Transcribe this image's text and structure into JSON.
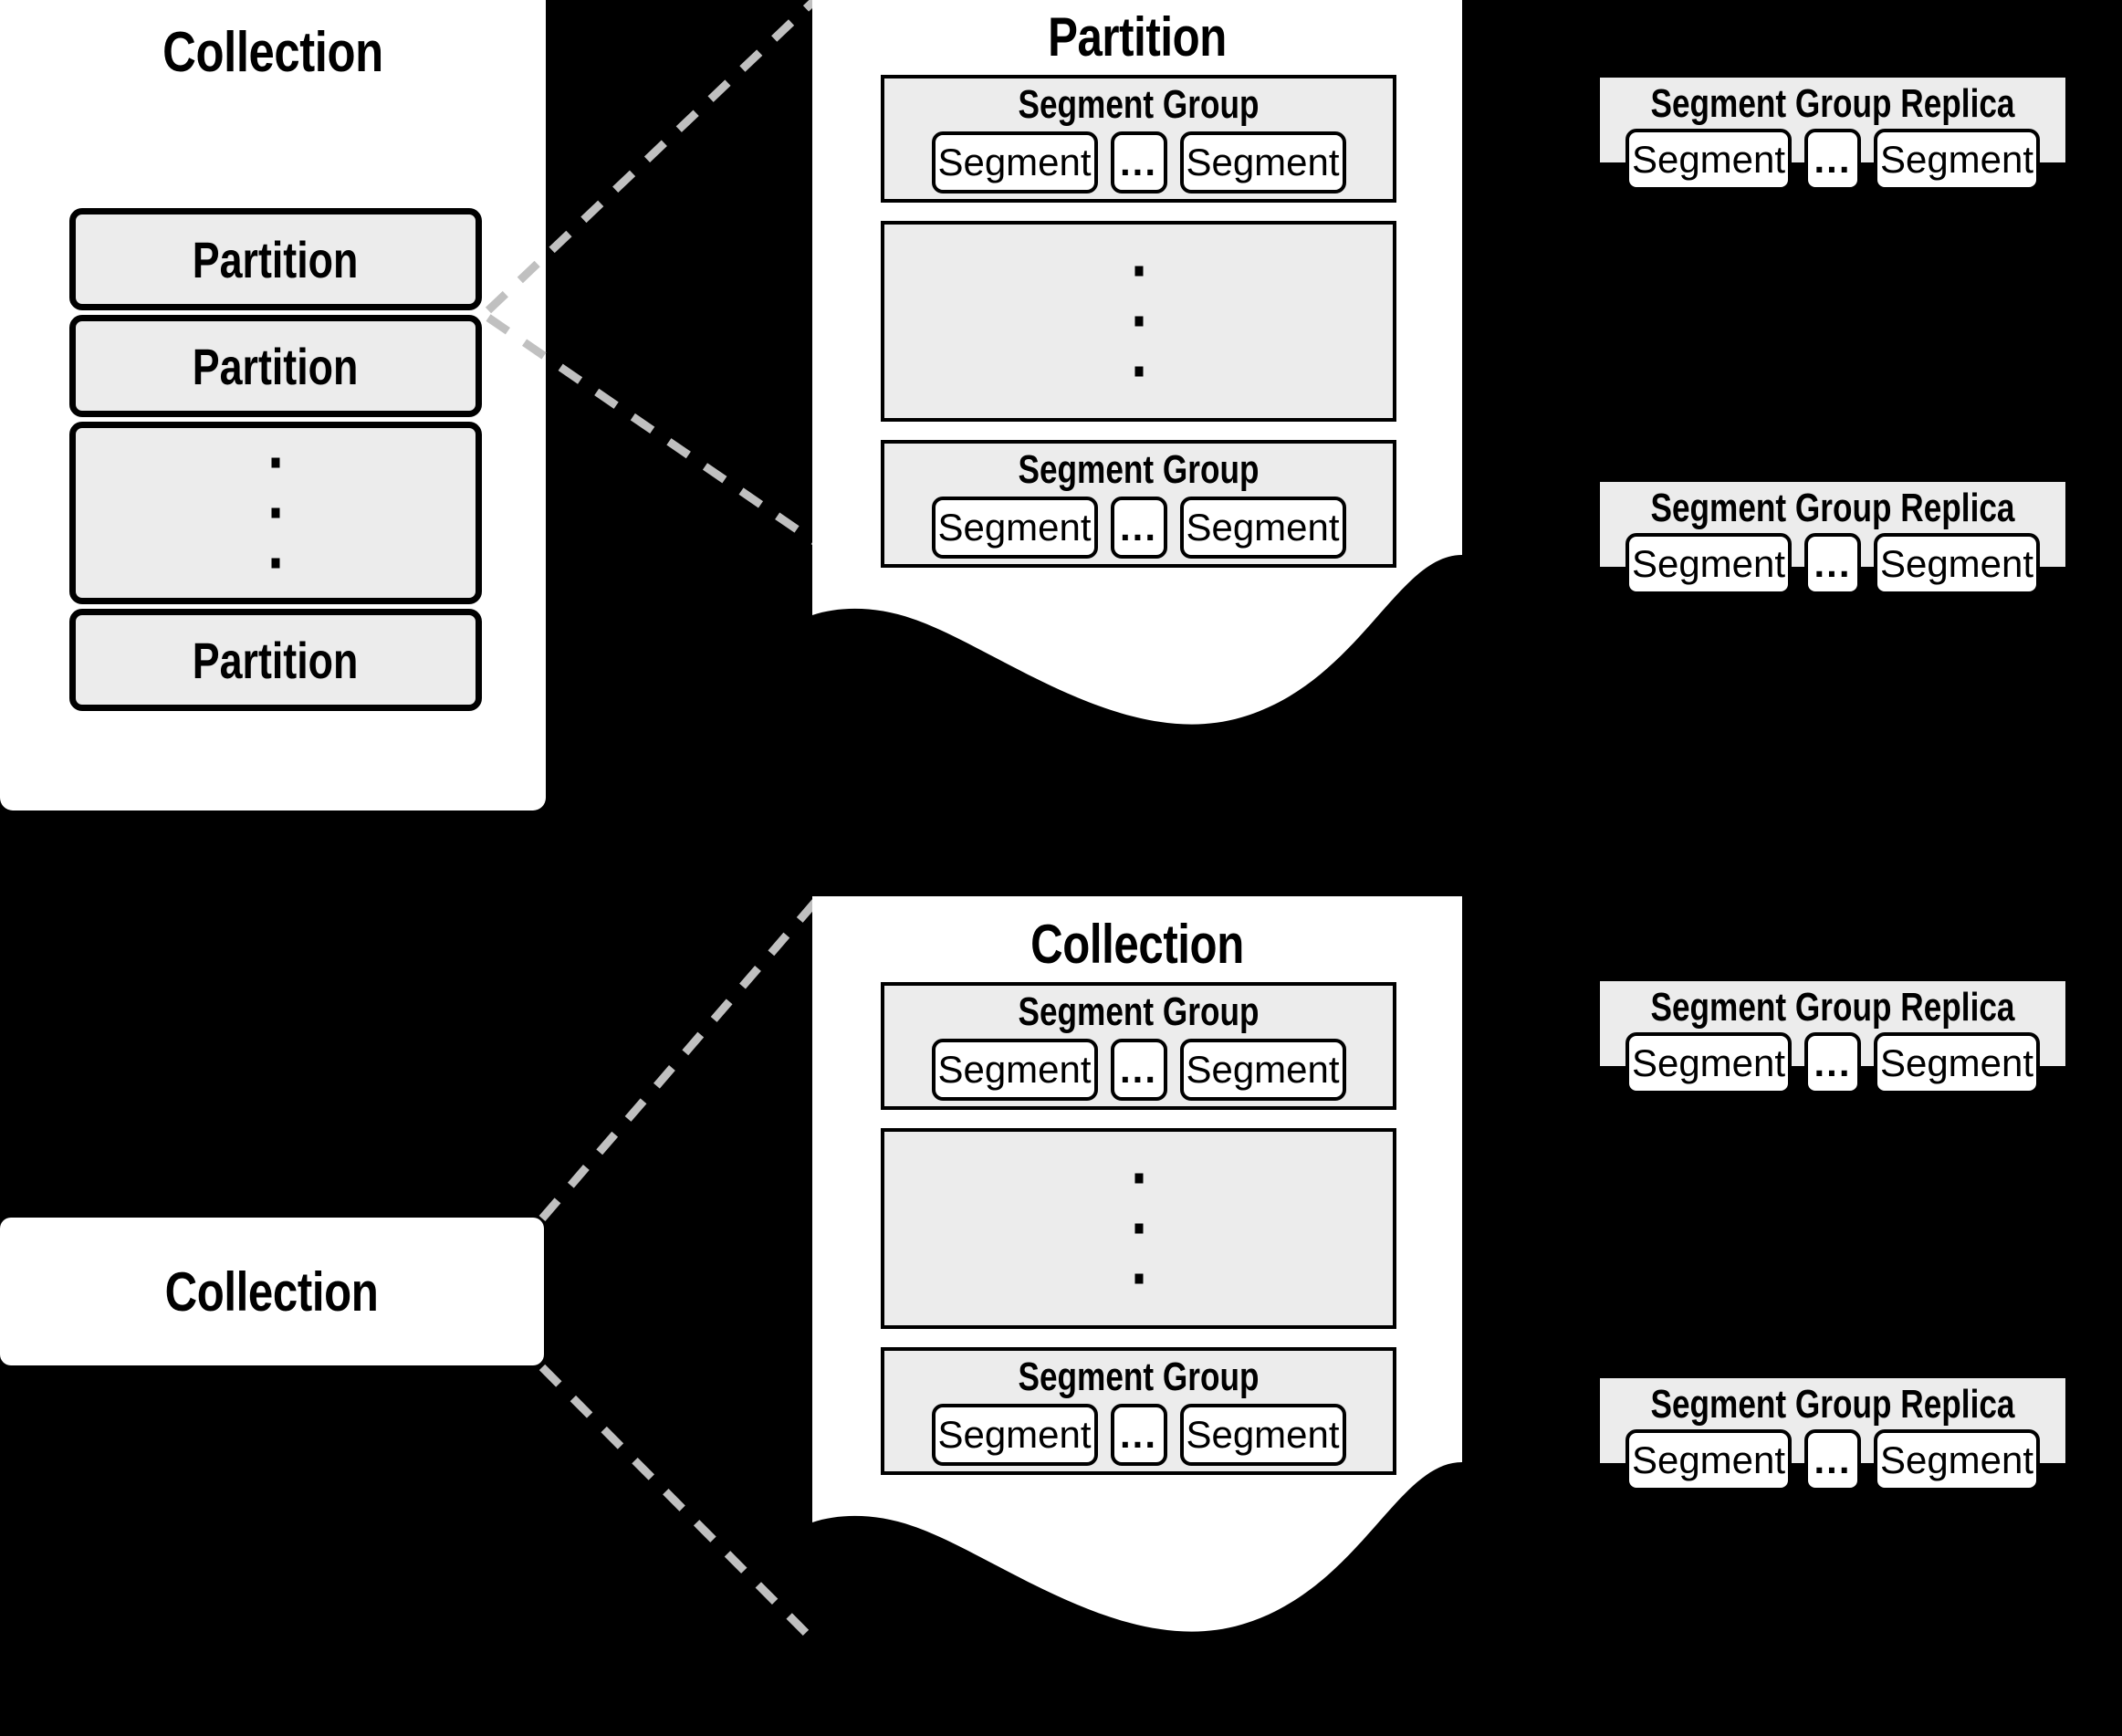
{
  "diagram": {
    "title": "Collection / Partition / Segment Group data layout",
    "colors": {
      "background": "#000000",
      "panel": "#ffffff",
      "block": "#ececec",
      "stroke": "#000000",
      "leader": "#c0c0c0"
    }
  },
  "left_collection": {
    "title": "Collection",
    "partitions": [
      {
        "label": "Partition",
        "kind": "item"
      },
      {
        "label": "Partition",
        "kind": "item"
      },
      {
        "label": "",
        "kind": "ellipsis"
      },
      {
        "label": "Partition",
        "kind": "item"
      }
    ]
  },
  "partition_panel": {
    "title": "Partition",
    "groups": [
      {
        "title": "Segment Group",
        "kind": "group",
        "segments": [
          {
            "label": "Segment",
            "kind": "segment"
          },
          {
            "label": "...",
            "kind": "ellipsis"
          },
          {
            "label": "Segment",
            "kind": "segment"
          }
        ]
      },
      {
        "title": "",
        "kind": "ellipsis",
        "segments": []
      },
      {
        "title": "Segment Group",
        "kind": "group",
        "segments": [
          {
            "label": "Segment",
            "kind": "segment"
          },
          {
            "label": "...",
            "kind": "ellipsis"
          },
          {
            "label": "Segment",
            "kind": "segment"
          }
        ]
      }
    ]
  },
  "collection_panel": {
    "title": "Collection",
    "groups": [
      {
        "title": "Segment Group",
        "kind": "group",
        "segments": [
          {
            "label": "Segment",
            "kind": "segment"
          },
          {
            "label": "...",
            "kind": "ellipsis"
          },
          {
            "label": "Segment",
            "kind": "segment"
          }
        ]
      },
      {
        "title": "",
        "kind": "ellipsis",
        "segments": []
      },
      {
        "title": "Segment Group",
        "kind": "group",
        "segments": [
          {
            "label": "Segment",
            "kind": "segment"
          },
          {
            "label": "...",
            "kind": "ellipsis"
          },
          {
            "label": "Segment",
            "kind": "segment"
          }
        ]
      }
    ]
  },
  "bottom_collection_chip": {
    "title": "Collection"
  },
  "replicas": [
    {
      "title": "Segment Group Replica",
      "segments": [
        {
          "label": "Segment",
          "kind": "segment"
        },
        {
          "label": "...",
          "kind": "ellipsis"
        },
        {
          "label": "Segment",
          "kind": "segment"
        }
      ]
    },
    {
      "title": "Segment Group Replica",
      "segments": [
        {
          "label": "Segment",
          "kind": "segment"
        },
        {
          "label": "...",
          "kind": "ellipsis"
        },
        {
          "label": "Segment",
          "kind": "segment"
        }
      ]
    },
    {
      "title": "Segment Group Replica",
      "segments": [
        {
          "label": "Segment",
          "kind": "segment"
        },
        {
          "label": "...",
          "kind": "ellipsis"
        },
        {
          "label": "Segment",
          "kind": "segment"
        }
      ]
    },
    {
      "title": "Segment Group Replica",
      "segments": [
        {
          "label": "Segment",
          "kind": "segment"
        },
        {
          "label": "...",
          "kind": "ellipsis"
        },
        {
          "label": "Segment",
          "kind": "segment"
        }
      ]
    }
  ]
}
